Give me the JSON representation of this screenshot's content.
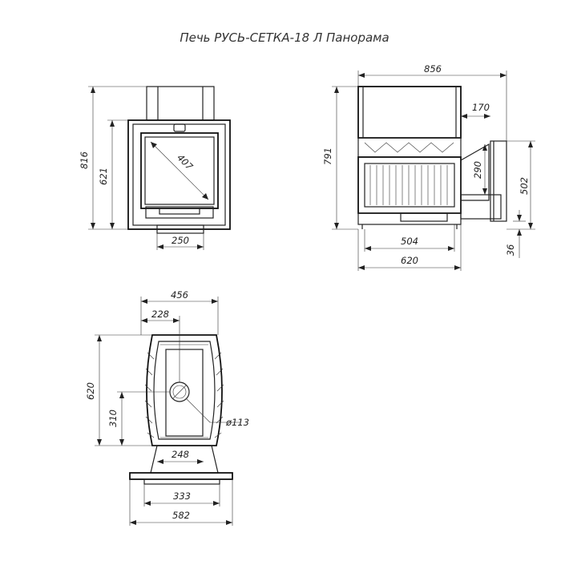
{
  "title": "Печь РУСЬ-СЕТКА-18 Л Панорама",
  "front_view": {
    "height_total": "816",
    "height_body": "621",
    "glass_diagonal": "407",
    "base_width": "250"
  },
  "side_view": {
    "depth_total": "856",
    "height_total": "791",
    "chimney_offset": "170",
    "pipe_height": "290",
    "side_height": "502",
    "leg_height": "36",
    "inner_depth": "504",
    "body_depth": "620"
  },
  "top_view": {
    "width_total": "456",
    "half_width": "228",
    "depth": "620",
    "center_depth": "310",
    "flue_diameter": "ø113",
    "firebox_width": "248",
    "base_inner": "333",
    "base_outer": "582"
  }
}
